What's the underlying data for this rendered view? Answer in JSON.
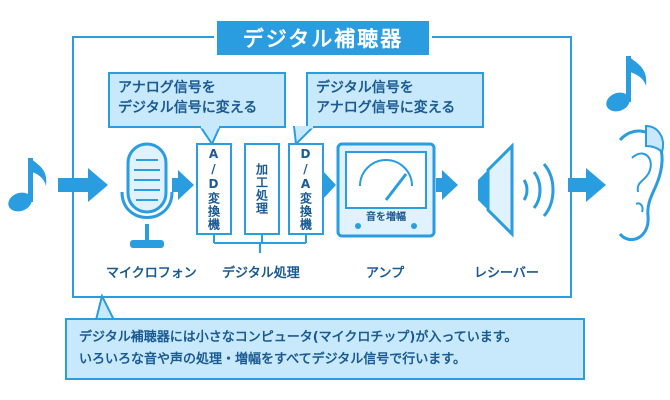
{
  "title": "デジタル補聴器",
  "callouts": {
    "ad_line1": "アナログ信号を",
    "ad_line2": "デジタル信号に変える",
    "da_line1": "デジタル信号を",
    "da_line2": "アナログ信号に変える"
  },
  "modules": {
    "ad": "A/D変換機",
    "process": "加工処理",
    "da": "D/A変換機"
  },
  "amp_meter_label": "音を増幅",
  "labels": {
    "microphone": "マイクロフォン",
    "digital": "デジタル処理",
    "amp": "アンプ",
    "receiver": "レシーバー"
  },
  "note": {
    "line1": "デジタル補聴器には小さなコンピュータ(マイクロチップ)が入っています。",
    "line2": "いろいろな音や声の処理・増幅をすべてデジタル信号で行います。"
  },
  "colors": {
    "accent": "#2a9ce0",
    "light": "#c8e9fb",
    "text": "#1a5a92"
  },
  "icons": [
    "music-note-icon",
    "microphone-icon",
    "amplifier-icon",
    "speaker-icon",
    "sound-wave-icon",
    "ear-with-hearing-aid-icon"
  ]
}
